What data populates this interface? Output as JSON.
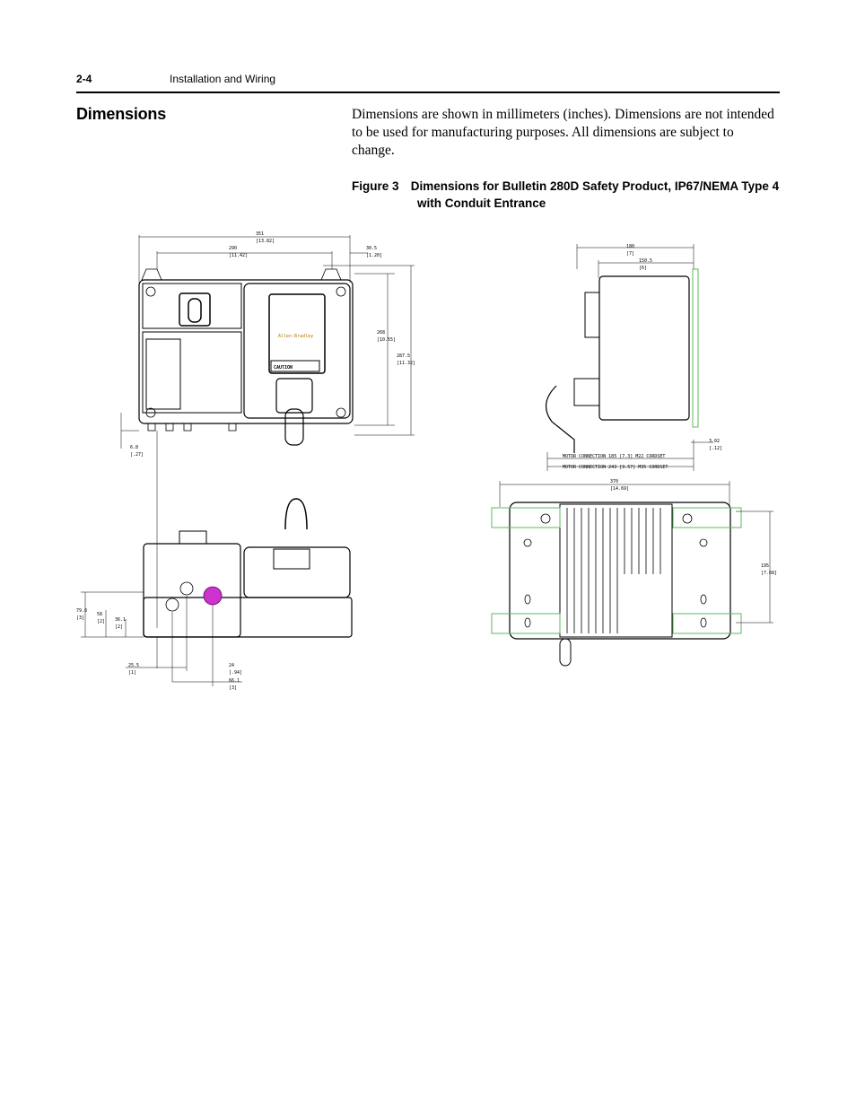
{
  "header": {
    "page_number": "2-4",
    "chapter_title": "Installation and Wiring"
  },
  "section": {
    "title": "Dimensions",
    "intro": "Dimensions are shown in millimeters (inches). Dimensions are not intended to be used for manufacturing purposes. All dimensions are subject to change."
  },
  "figure": {
    "label": "Figure 3",
    "caption_line1": "Dimensions for Bulletin 280D Safety Product, IP67/NEMA Type 4",
    "caption_line2": "with Conduit Entrance"
  },
  "front_view": {
    "dim_width": "351",
    "dim_width_in": "[13.82]",
    "dim_hole_span": "290",
    "dim_hole_span_in": "[11.42]",
    "dim_edge": "30.5",
    "dim_edge_in": "[1.20]",
    "dim_height": "268",
    "dim_height_in": "[10.55]",
    "dim_total_height": "287.5",
    "dim_total_height_in": "[11.32]",
    "dim_base": "6.8",
    "dim_base_in": "[.27]",
    "caution_label": "CAUTION",
    "brand_label": "Allen-Bradley"
  },
  "side_view": {
    "dim_depth": "180",
    "dim_depth_in": "[7]",
    "dim_body": "150.5",
    "dim_body_in": "[6]",
    "dim_flange": "3.02",
    "dim_flange_in": "[.12]",
    "motor_conn_1": "MOTOR CONNECTION 185 [7.3] M22 CORDSET",
    "motor_conn_2": "MOTOR CONNECTION 243 [9.57] M35 CORDSET"
  },
  "bottom_view": {
    "dim_a": "79.8",
    "dim_a_in": "[3]",
    "dim_b": "58",
    "dim_b_in": "[2]",
    "dim_c": "36.1",
    "dim_c_in": "[2]",
    "dim_d": "25.5",
    "dim_d_in": "[1]",
    "dim_e": "24",
    "dim_e_in": "[.94]",
    "dim_f": "66.1",
    "dim_f_in": "[3]"
  },
  "back_view": {
    "dim_width": "370",
    "dim_width_in": "[14.69]",
    "dim_height": "195",
    "dim_height_in": "[7.68]"
  }
}
